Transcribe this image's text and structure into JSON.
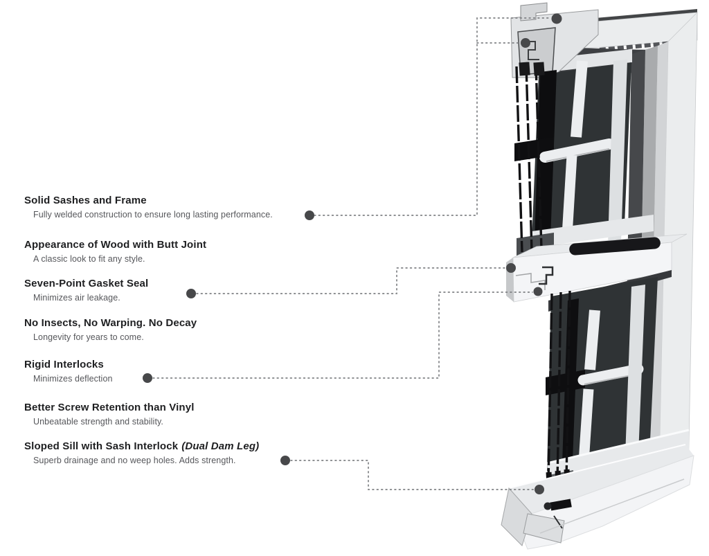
{
  "page": {
    "background": "#ffffff"
  },
  "illustration": {
    "name": "double-hung-window-cutaway",
    "parts": [
      "frame-head",
      "frame-right-jamb",
      "upper-sash",
      "meeting-rail",
      "lower-sash",
      "sloped-sill"
    ]
  },
  "features": [
    {
      "title": "Solid Sashes and Frame",
      "desc": "Fully welded construction to ensure long lasting performance.",
      "leader": true
    },
    {
      "title": "Appearance of Wood with Butt Joint",
      "desc": "A classic look to fit any style.",
      "leader": false
    },
    {
      "title": "Seven-Point Gasket Seal",
      "desc": "Minimizes air leakage.",
      "leader": true
    },
    {
      "title": "No Insects, No Warping. No Decay",
      "desc": "Longevity for years to come.",
      "leader": false
    },
    {
      "title": "Rigid Interlocks",
      "desc": "Minimizes deflection",
      "leader": true
    },
    {
      "title": "Better Screw Retention than Vinyl",
      "desc": "Unbeatable strength and stability.",
      "leader": false
    },
    {
      "title": "Sloped Sill with Sash Interlock",
      "title_em": "(Dual Dam Leg)",
      "desc": "Superb drainage and no weep holes. Adds strength.",
      "leader": true
    }
  ],
  "colors": {
    "heading_text": "#1e1f21",
    "body_text": "#55565a",
    "leader_line": "#7e8083",
    "callout_dot": "#47484a",
    "frame_white": "#ebedee",
    "glass_dark": "#2f3335"
  }
}
